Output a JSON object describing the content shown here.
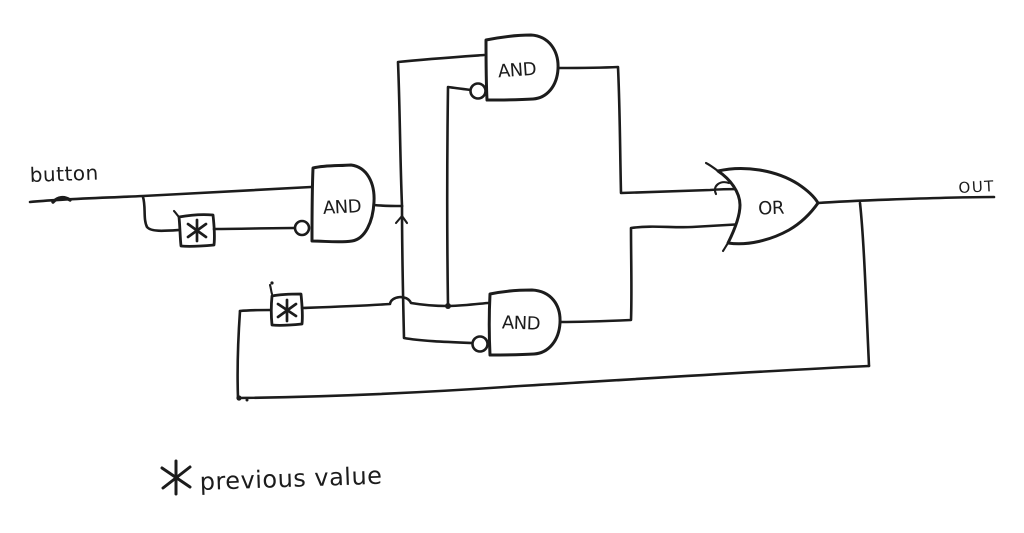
{
  "colors": {
    "ink": "#1c1c1c",
    "paper": "#ffffff"
  },
  "labels": {
    "input": "button",
    "output": "OUT"
  },
  "gates": {
    "and_top": {
      "label": "AND"
    },
    "and_middle": {
      "label": "AND"
    },
    "and_bottom": {
      "label": "AND"
    },
    "or_output": {
      "label": "OR"
    }
  },
  "legend": {
    "symbol": "✱",
    "text": "previous value"
  }
}
